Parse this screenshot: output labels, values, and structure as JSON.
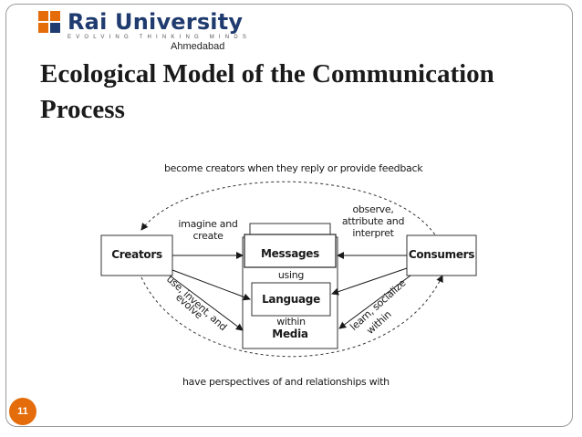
{
  "header": {
    "university_name": "Rai University",
    "tagline": "EVOLVING THINKING MINDS",
    "campus": "Ahmedabad"
  },
  "slide": {
    "title": "Ecological Model of the Communication Process",
    "number": "11"
  },
  "diagram": {
    "top_arc_label": "become creators when they reply or provide feedback",
    "bottom_arc_label": "have perspectives of and relationships with",
    "nodes": {
      "creators": "Creators",
      "consumers": "Consumers",
      "messages": "Messages",
      "language": "Language",
      "media": "Media"
    },
    "connectors": {
      "using": "using",
      "within": "within"
    },
    "arrow_labels": {
      "imagine_line1": "imagine and",
      "imagine_line2": "create",
      "observe_line1": "observe,",
      "observe_line2": "attribute and",
      "observe_line3": "interpret",
      "use_invent_line1": "use, invent, and",
      "use_invent_line2": "evolve",
      "learn_line1": "learn, socialize",
      "learn_line2": "within"
    }
  },
  "colors": {
    "title_text": "#1a1a1a",
    "logo_text": "#1f3b6f",
    "logo_mark": "#e46c0a",
    "slide_number_badge": "#e46c0a",
    "frame_border": "#9a9a9a"
  }
}
